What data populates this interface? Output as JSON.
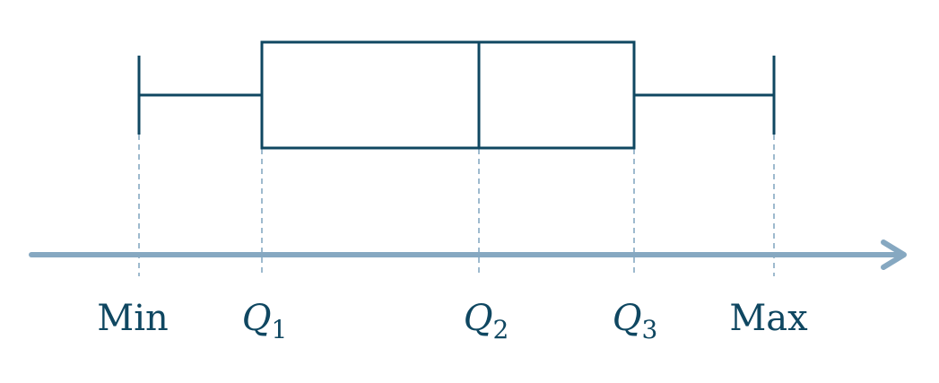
{
  "colors": {
    "box": "#0f4761",
    "axis": "#86a8c1",
    "guide": "#7fa3bd",
    "label": "#0f4761"
  },
  "labels": {
    "min": "Min",
    "q1": {
      "base": "Q",
      "sub": "1"
    },
    "q2": {
      "base": "Q",
      "sub": "2"
    },
    "q3": {
      "base": "Q",
      "sub": "3"
    },
    "max": "Max"
  }
}
